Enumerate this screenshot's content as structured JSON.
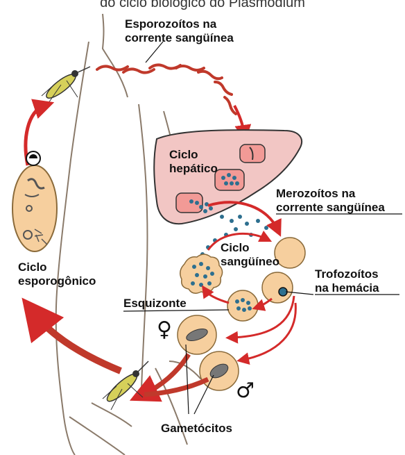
{
  "page_top_text": "do ciclo biológico do Plasmodium",
  "labels": {
    "sporozoites": [
      "Esporozoítos na",
      "corrente sangüínea"
    ],
    "hepatic_cycle": [
      "Ciclo",
      "hepático"
    ],
    "merozoites": [
      "Merozoítos na",
      "corrente sangüínea"
    ],
    "blood_cycle": [
      "Ciclo",
      "sangüíneo"
    ],
    "trophozoites": [
      "Trofozoítos",
      "na hemácia"
    ],
    "schizont": "Esquizonte",
    "sporogonic_cycle": [
      "Ciclo",
      "esporogônico"
    ],
    "gametocytes": "Gametócitos",
    "female_symbol": "♀",
    "male_symbol": "♂"
  },
  "colors": {
    "arrow_red": "#d42a2a",
    "liver_pink": "#f2c6c4",
    "cell_peach": "#f6cf9e",
    "parasite_blue": "#2d6f8f",
    "mosquito_yellow": "#d6d05a",
    "body_outline": "#8a7a6a"
  }
}
